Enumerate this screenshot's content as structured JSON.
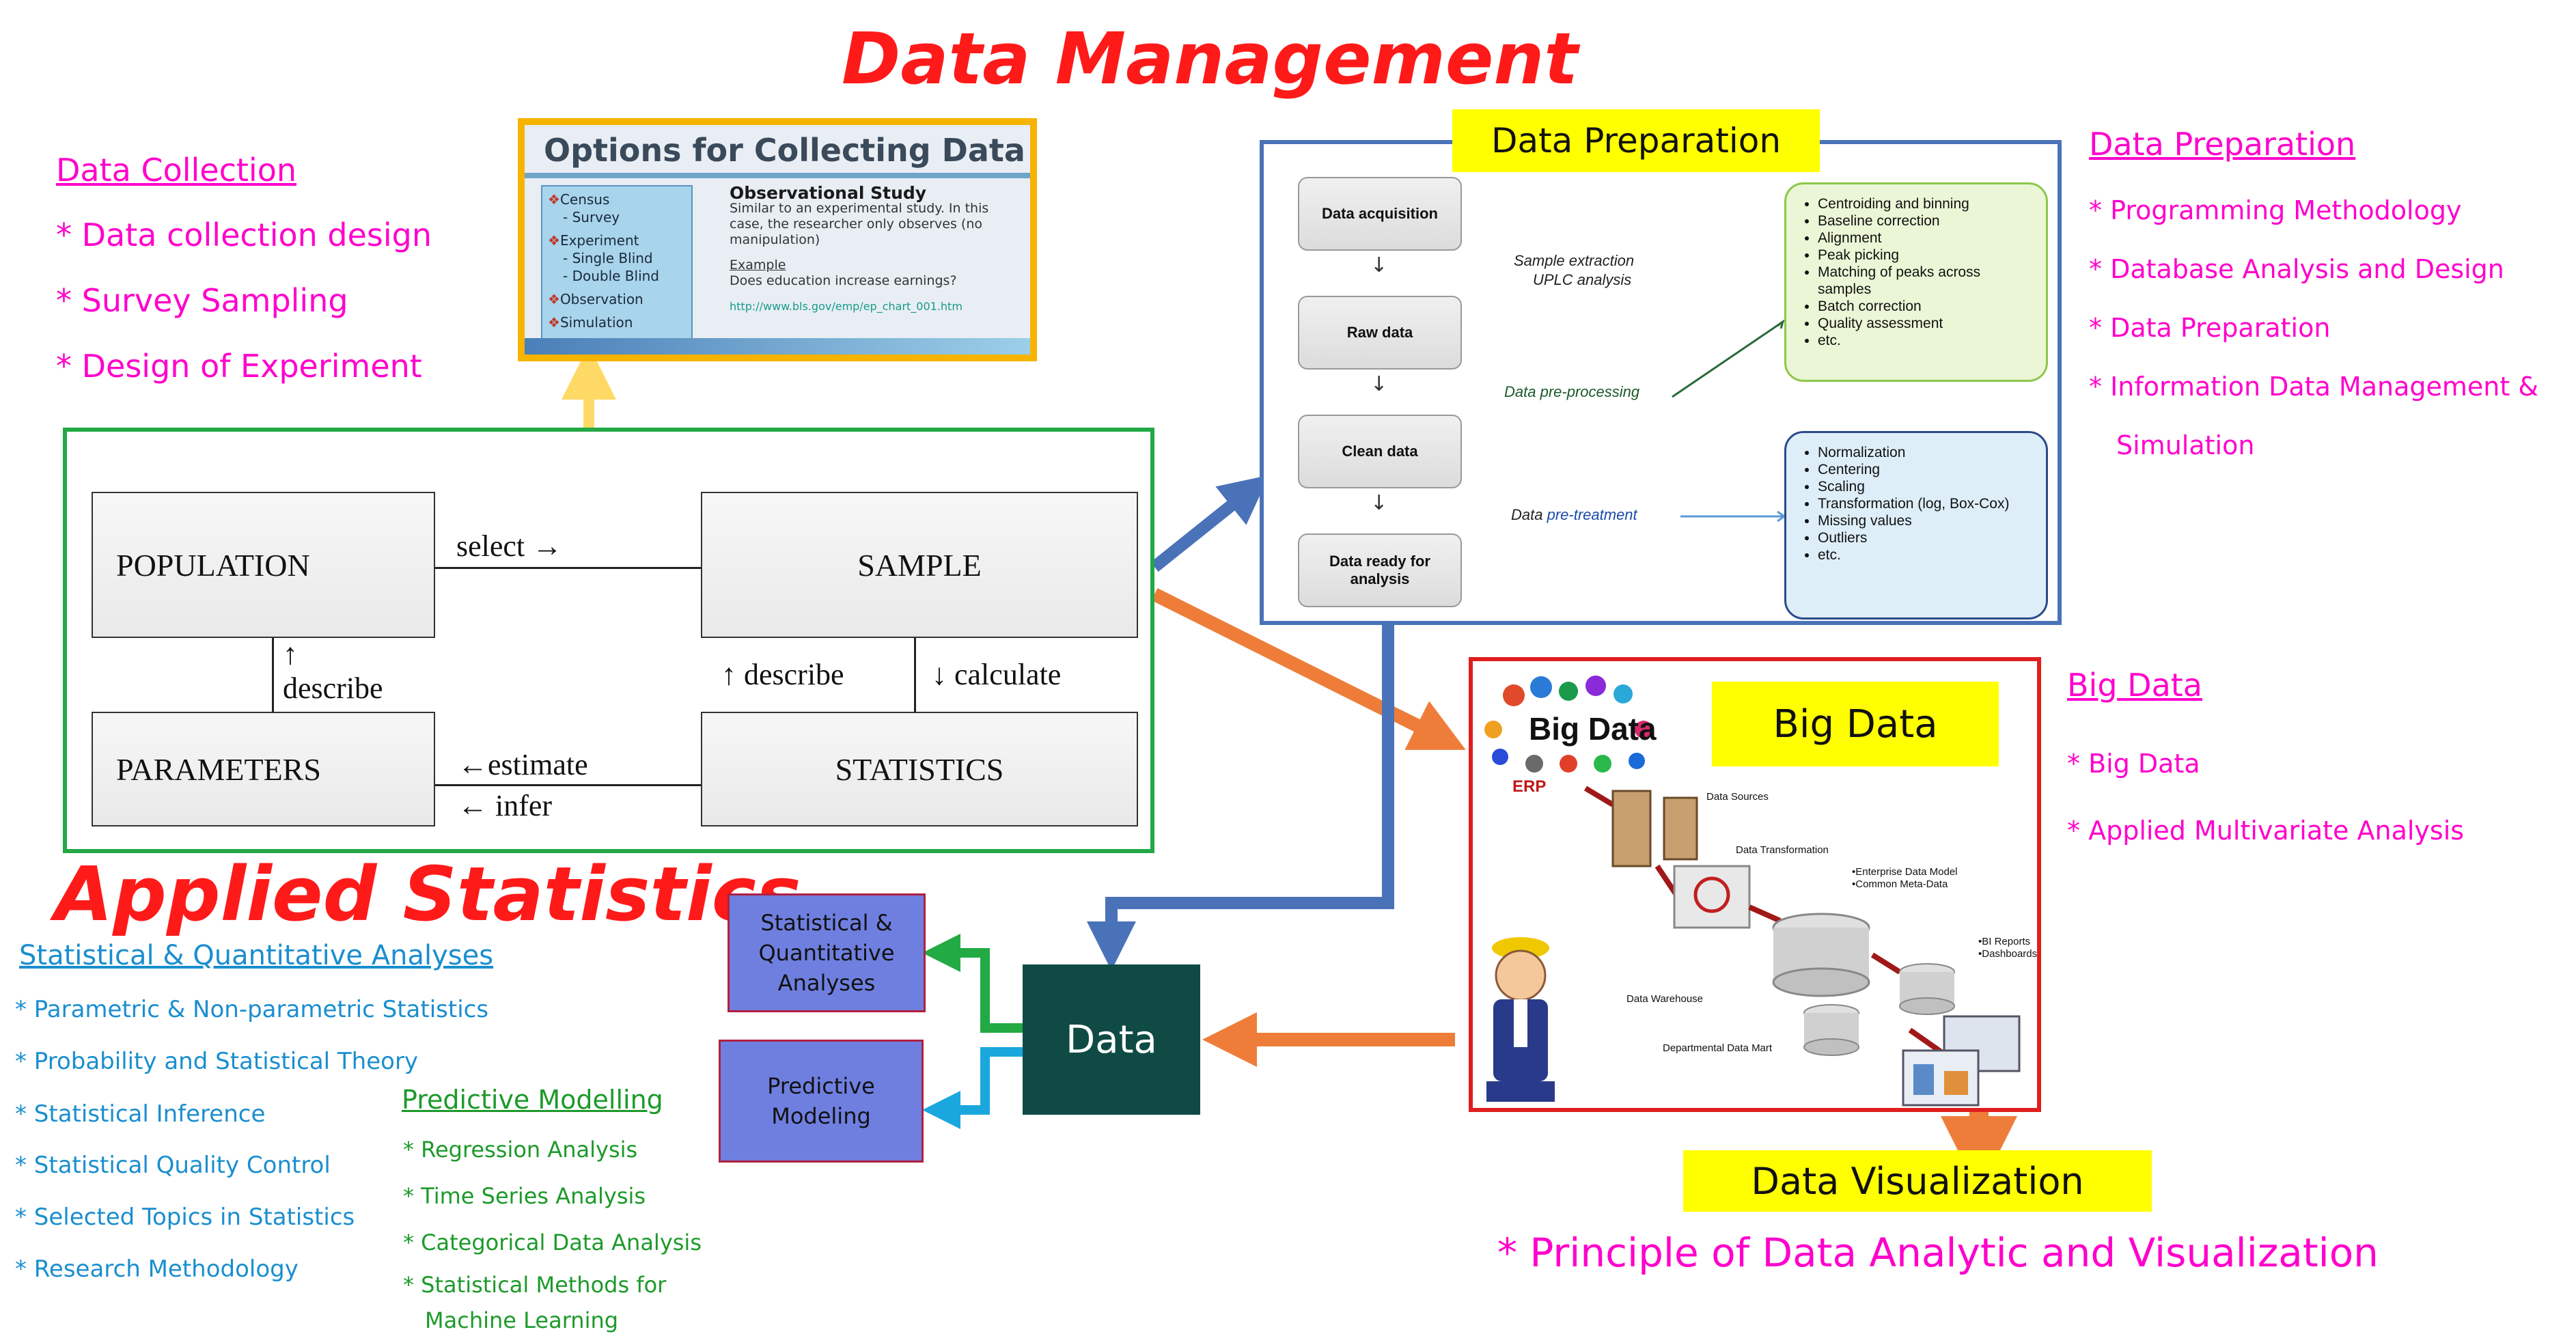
{
  "title_data_management": "Data Management",
  "title_applied_statistics": "Applied Statistics",
  "data_collection": {
    "heading": "Data Collection",
    "items": [
      "* Data collection design",
      "* Survey Sampling",
      "* Design of Experiment"
    ]
  },
  "options_slide": {
    "title": "Options for Collecting Data",
    "left_items": [
      "Census",
      "- Survey",
      "Experiment",
      "- Single Blind",
      "- Double Blind",
      "Observation",
      "Simulation"
    ],
    "heading": "Observational Study",
    "description": "Similar to an experimental study.  In this case, the researcher only observes (no manipulation)",
    "example_label": "Example",
    "example_text": "Does education increase earnings?",
    "link": "http://www.bls.gov/emp/ep_chart_001.htm"
  },
  "stats_diagram": {
    "population": "POPULATION",
    "sample": "SAMPLE",
    "parameters": "PARAMETERS",
    "statistics": "STATISTICS",
    "select": "select →",
    "describe_left_arrow": "↑",
    "describe_left": "describe",
    "describe_right": "↑ describe",
    "calculate": "↓ calculate",
    "estimate": "←estimate",
    "infer": "← infer"
  },
  "data_preparation_panel": {
    "label": "Data Preparation",
    "steps": [
      "Data acquisition",
      "Raw data",
      "Clean data",
      "Data ready for analysis"
    ],
    "note_extraction": [
      "Sample extraction",
      "UPLC analysis"
    ],
    "note_preprocessing": "Data pre-processing",
    "note_pretreatment_prefix": "Data ",
    "note_pretreatment_highlight": "pre-treatment",
    "processing_list": [
      "Centroiding and binning",
      "Baseline correction",
      "Alignment",
      "Peak picking",
      "Matching of peaks across samples",
      "Batch correction",
      "Quality assessment",
      "etc."
    ],
    "treatment_list": [
      "Normalization",
      "Centering",
      "Scaling",
      "Transformation (log, Box-Cox)",
      "Missing values",
      "Outliers",
      "etc."
    ]
  },
  "data_preparation_topics": {
    "heading": "Data Preparation",
    "items": [
      "* Programming Methodology",
      "* Database Analysis and Design",
      "* Data Preparation",
      "* Information Data Management &",
      "Simulation"
    ]
  },
  "big_data_panel": {
    "label": "Big Data",
    "logo": "Big Data",
    "erp": "ERP",
    "data_sources": "Data Sources",
    "data_transformation": "Data Transformation",
    "enterprise": [
      "•Enterprise Data Model",
      "•Common Meta-Data"
    ],
    "data_warehouse": "Data Warehouse",
    "data_mart": "Departmental Data Mart",
    "bi": [
      "•BI Reports",
      "•Dashboards"
    ]
  },
  "big_data_topics": {
    "heading": "Big Data",
    "items": [
      "* Big Data",
      "* Applied Multivariate Analysis"
    ]
  },
  "data_box": "Data",
  "statistical_box": "Statistical & Quantitative Analyses",
  "predictive_box": "Predictive Modeling",
  "statistical_topics": {
    "heading": "Statistical & Quantitative Analyses",
    "items": [
      "* Parametric & Non-parametric Statistics",
      "* Probability and Statistical Theory",
      "* Statistical Inference",
      "* Statistical Quality Control",
      "* Selected Topics in Statistics",
      "* Research Methodology"
    ]
  },
  "predictive_topics": {
    "heading": "Predictive Modelling",
    "items": [
      "* Regression Analysis",
      "* Time Series Analysis",
      "* Categorical Data Analysis",
      "* Statistical Methods for",
      "Machine Learning"
    ]
  },
  "data_visualization": {
    "label": "Data Visualization",
    "item": "* Principle of Data Analytic and Visualization"
  },
  "colors": {
    "title_red": "#ff1a1a",
    "magenta": "#ff00cc",
    "blue_text": "#1a8ecf",
    "green_text": "#1c9a2a",
    "arrow_blue": "#4a72b8",
    "arrow_orange": "#ee7d3a",
    "arrow_yellow": "#ffd966",
    "arrow_green": "#22aa44",
    "arrow_cyan": "#1aa7de"
  }
}
